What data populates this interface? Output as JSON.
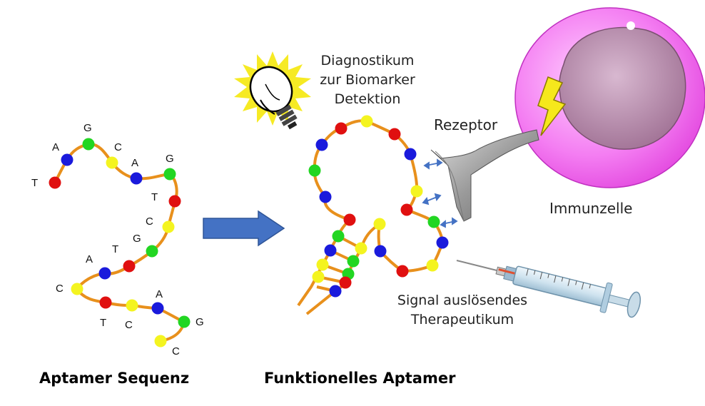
{
  "sequence": [
    "T",
    "A",
    "G",
    "C",
    "A",
    "G",
    "T",
    "C",
    "G",
    "T",
    "A",
    "C",
    "T",
    "C",
    "A",
    "G",
    "C"
  ],
  "labels": {
    "diagnostics": [
      "Diagnostikum",
      "zur Biomarker",
      "Detektion"
    ],
    "receptor": "Rezeptor",
    "immune_cell": "Immunzelle",
    "therapeutic": [
      "Signal auslösendes",
      "Therapeutikum"
    ],
    "aptamer_sequence": "Aptamer Sequenz",
    "functional_aptamer": "Funktionelles Aptamer"
  },
  "colors": {
    "backbone": "#e8901c",
    "nucleotide_red": "#e01010",
    "nucleotide_blue": "#1a1adc",
    "nucleotide_green": "#22d622",
    "nucleotide_yellow": "#f4f420",
    "arrow": "#4472c4",
    "cell": "#f272f0",
    "nucleus": "#b48aa8",
    "receptor": "#a8a8a8",
    "bulb": "#f4e41c"
  },
  "icons": [
    "lightbulb-icon",
    "lightning-icon",
    "syringe-icon",
    "double-arrow-icon"
  ]
}
